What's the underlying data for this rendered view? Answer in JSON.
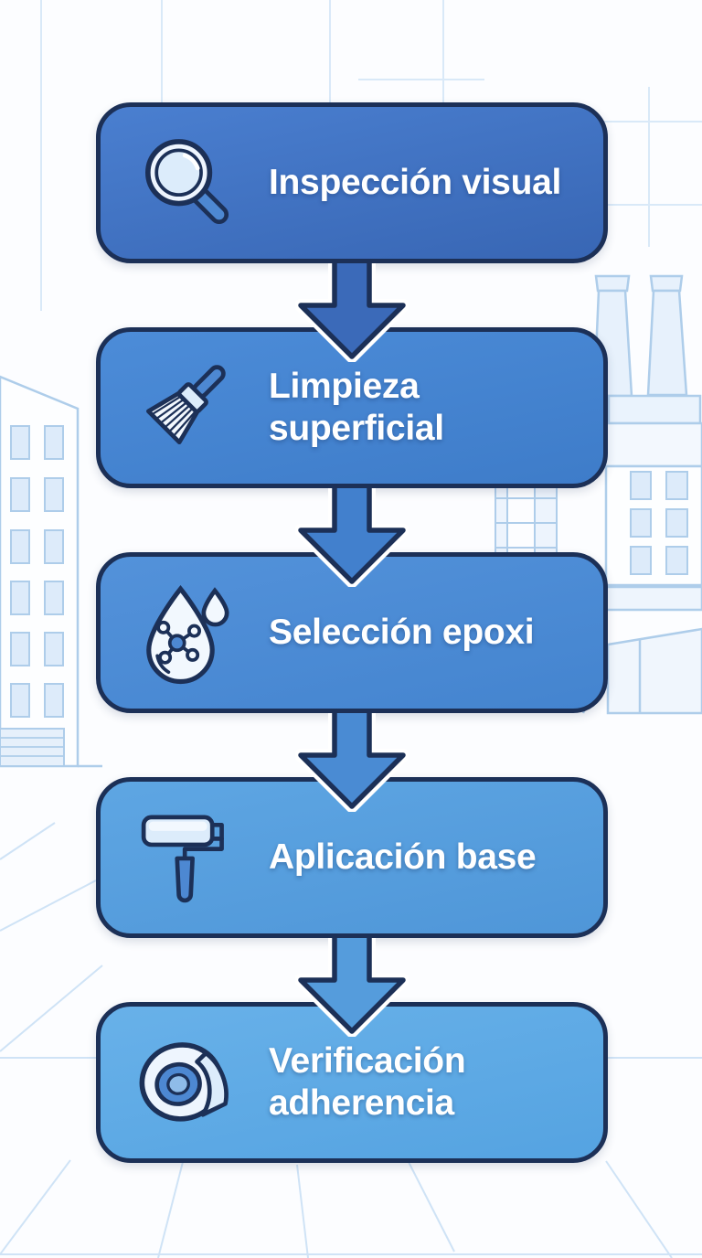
{
  "palette": {
    "box_border": "#1c3057",
    "label_text": "#ffffff",
    "icon_stroke": "#1c3057",
    "icon_blue": "#4d88d2",
    "icon_light": "#eef5fe",
    "background_canvas": "#fcfdff",
    "background_line": "#aecdea",
    "background_line_faint": "#d9e9f8",
    "background_window_fill": "#ddebfa"
  },
  "arrows": {
    "fills": [
      "#3b6ab9",
      "#4280cd",
      "#4a8bd3",
      "#559cdc"
    ]
  },
  "steps": [
    {
      "label": "Inspección visual",
      "icon": "magnifier-icon",
      "fill_top": "#4a7fd0",
      "fill_bottom": "#3866b4"
    },
    {
      "label": "Limpieza\nsuperficial",
      "icon": "brush-icon",
      "fill_top": "#4c8cd8",
      "fill_bottom": "#3e7cc9"
    },
    {
      "label": "Selección epoxi",
      "icon": "droplet-icon",
      "fill_top": "#5392da",
      "fill_bottom": "#4484cf"
    },
    {
      "label": "Aplicación base",
      "icon": "paint-roller-icon",
      "fill_top": "#5ea6e3",
      "fill_bottom": "#4f96d8"
    },
    {
      "label": "Verificación\nadherencia",
      "icon": "tape-roll-icon",
      "fill_top": "#68b1e9",
      "fill_bottom": "#55a3e1"
    }
  ]
}
